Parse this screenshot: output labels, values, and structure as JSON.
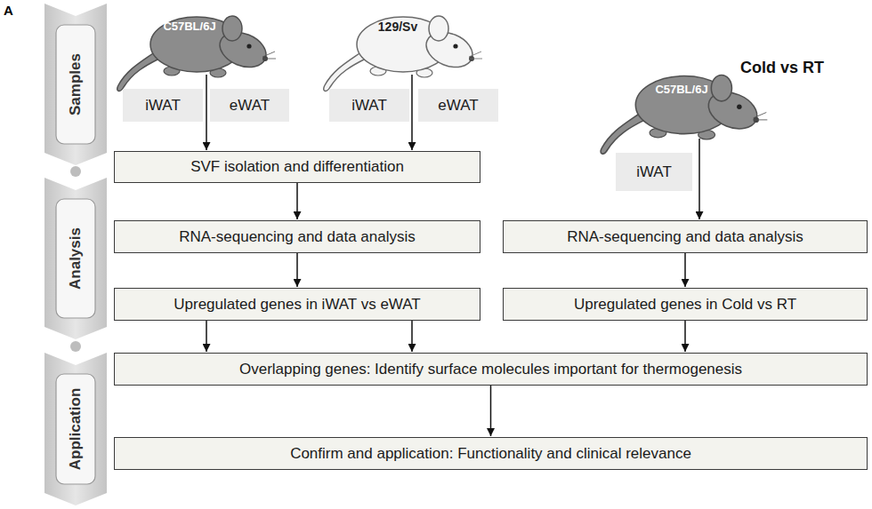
{
  "diagram": {
    "nodes": [
      {
        "text": [
          "Samples"
        ]
      },
      {
        "text": [
          "Analysis"
        ]
      },
      {
        "text": [
          "Application"
        ]
      },
      {
        "text": [
          "iWAT"
        ]
      },
      {
        "text": [
          "eWAT"
        ]
      },
      {
        "text": [
          "iWAT"
        ]
      },
      {
        "text": [
          "eWAT"
        ]
      },
      {
        "text": [
          "iWAT"
        ]
      },
      {
        "text": [
          "SVF isolation and differentiation"
        ]
      },
      {
        "text": [
          "RNA-sequencing and data analysis"
        ]
      },
      {
        "text": [
          "RNA-sequencing and data analysis"
        ]
      },
      {
        "text": [
          "Upregulated genes in iWAT vs eWAT"
        ]
      },
      {
        "text": [
          "Upregulated genes in Cold vs RT"
        ]
      },
      {
        "text": [
          "Overlapping genes: Identify surface molecules important for thermogenesis"
        ]
      },
      {
        "text": [
          "Confirm and application: Functionality and clinical relevance"
        ]
      }
    ],
    "edges": [
      {
        "from": 8,
        "to": 9,
        "arrow": "to"
      },
      {
        "from": 9,
        "to": 11,
        "arrow": "to"
      },
      {
        "from": 10,
        "to": 12,
        "arrow": "to"
      },
      {
        "from": 11,
        "to": 13,
        "arrow": "to"
      },
      {
        "from": 11,
        "to": 13,
        "arrow": "to"
      },
      {
        "from": 12,
        "to": 13,
        "arrow": "to"
      },
      {
        "from": 13,
        "to": 14,
        "arrow": "to"
      }
    ],
    "labels": [
      "A",
      "C57BL/6J",
      "129/Sv",
      "Cold vs RT",
      "C57BL/6J"
    ]
  }
}
